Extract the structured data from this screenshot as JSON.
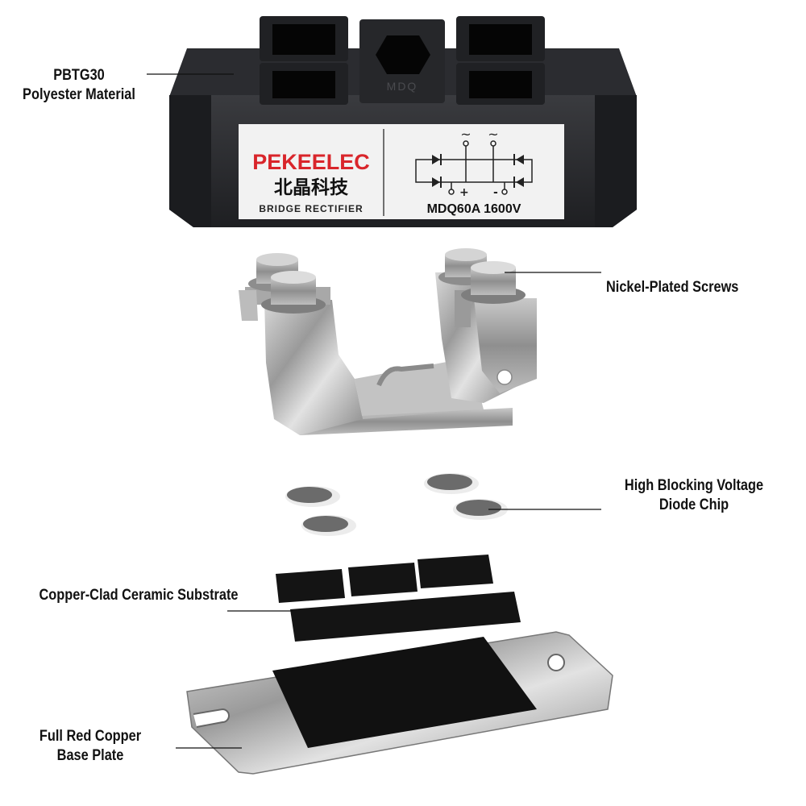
{
  "module": {
    "brand": "PEKEELEC",
    "brand_cn": "北晶科技",
    "type_label": "BRIDGE RECTIFIER",
    "model": "MDQ60A 1600V",
    "emboss": "MDQ",
    "ac_symbol": "~",
    "plus_symbol": "+",
    "minus_symbol": "-",
    "colors": {
      "body": "#2a2b2e",
      "label_bg": "#f4f4f4",
      "brand_red": "#d9252b",
      "chip": "#6a6a6a",
      "copper_clad": "#141414"
    }
  },
  "callouts": [
    {
      "id": "housing",
      "lines": [
        "PBTG30",
        "Polyester Material"
      ]
    },
    {
      "id": "screws",
      "lines": [
        "Nickel-Plated Screws"
      ]
    },
    {
      "id": "chip",
      "lines": [
        "High Blocking Voltage",
        "Diode Chip"
      ]
    },
    {
      "id": "substrate",
      "lines": [
        "Copper-Clad Ceramic Substrate"
      ]
    },
    {
      "id": "baseplate",
      "lines": [
        "Full Red Copper",
        "Base Plate"
      ]
    }
  ]
}
